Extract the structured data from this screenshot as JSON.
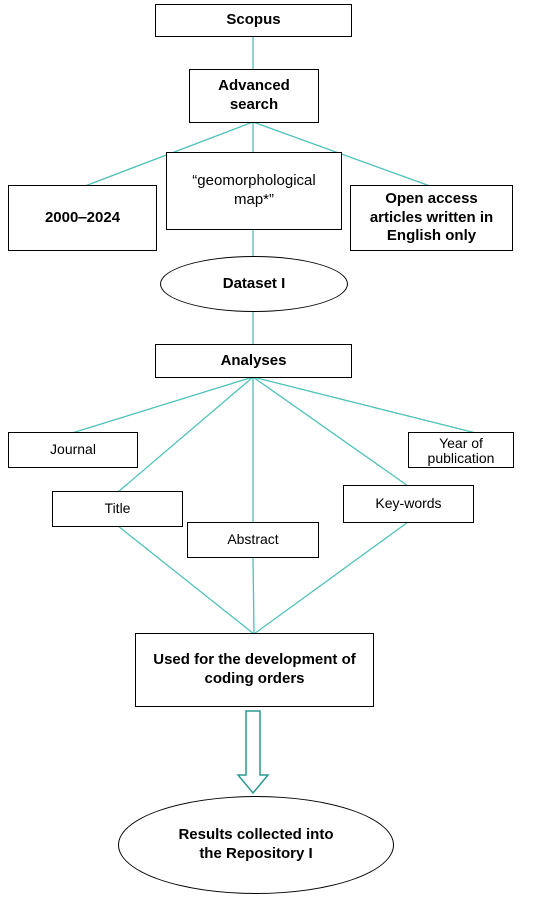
{
  "nodes": {
    "scopus": "Scopus",
    "advanced_search": "Advanced search",
    "years": "2000‒2024",
    "query": "“geomorphological map*”",
    "open_access": "Open access articles written in English only",
    "dataset": "Dataset I",
    "analyses": "Analyses",
    "journal": "Journal",
    "year_of_publication": "Year of publication",
    "title": "Title",
    "abstract": "Abstract",
    "key_words": "Key-words",
    "coding_orders": "Used for the development of coding orders",
    "results": "Results collected into the Repository I"
  },
  "colors": {
    "connector": "#4fc2b8",
    "arrow": "#2a9a8e",
    "border": "#000000"
  }
}
